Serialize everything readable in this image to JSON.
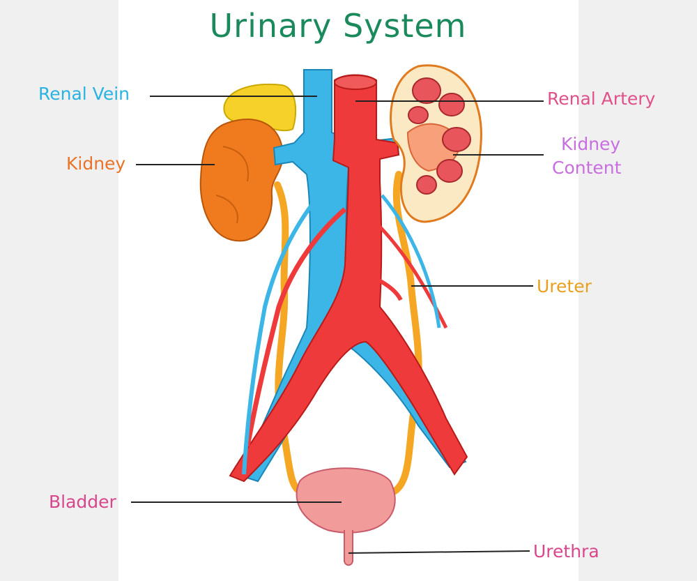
{
  "title": "Urinary System",
  "labels": {
    "renal_vein": "Renal Vein",
    "kidney": "Kidney",
    "renal_artery": "Renal Artery",
    "kidney_content_line1": "Kidney",
    "kidney_content_line2": "Content",
    "ureter": "Ureter",
    "bladder": "Bladder",
    "urethra": "Urethra"
  },
  "stock_id": "267943939",
  "colors": {
    "title": "#1a8a5c",
    "vein": "#3bb6e6",
    "artery": "#ee3a3a",
    "kidney": "#f07a1e",
    "adrenal": "#f5d12a",
    "ureter": "#f5a623",
    "bladder": "#f29b9b",
    "label_vein": "#2ab3e0",
    "label_kidney": "#e8742a",
    "label_artery": "#e0508a",
    "label_content": "#c86ee0",
    "label_ureter": "#e8a020",
    "label_bladder": "#d9468c",
    "label_urethra": "#d9468c"
  }
}
